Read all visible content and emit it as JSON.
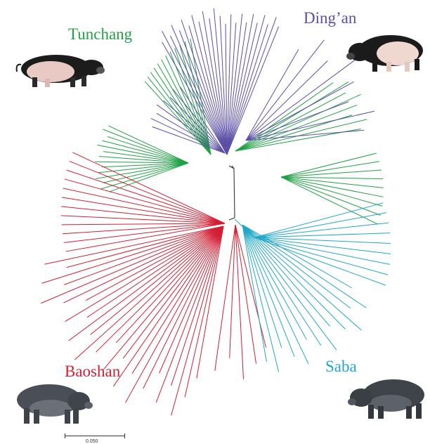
{
  "groups": [
    {
      "key": "tunchang",
      "label": "Tunchang",
      "color": "#22a047"
    },
    {
      "key": "dingan",
      "label": "Ding’an",
      "color": "#5b4fa6"
    },
    {
      "key": "baoshan",
      "label": "Baoshan",
      "color": "#d31f34"
    },
    {
      "key": "saba",
      "label": "Saba",
      "color": "#22a7c8"
    }
  ],
  "scale_bar": {
    "label": "0.050"
  },
  "images": [
    {
      "name": "tunchang-pig-photo",
      "breed": "Tunchang"
    },
    {
      "name": "dingan-pig-photo",
      "breed": "Ding’an"
    },
    {
      "name": "baoshan-pig-photo",
      "breed": "Baoshan"
    },
    {
      "name": "saba-pig-photo",
      "breed": "Saba"
    }
  ]
}
